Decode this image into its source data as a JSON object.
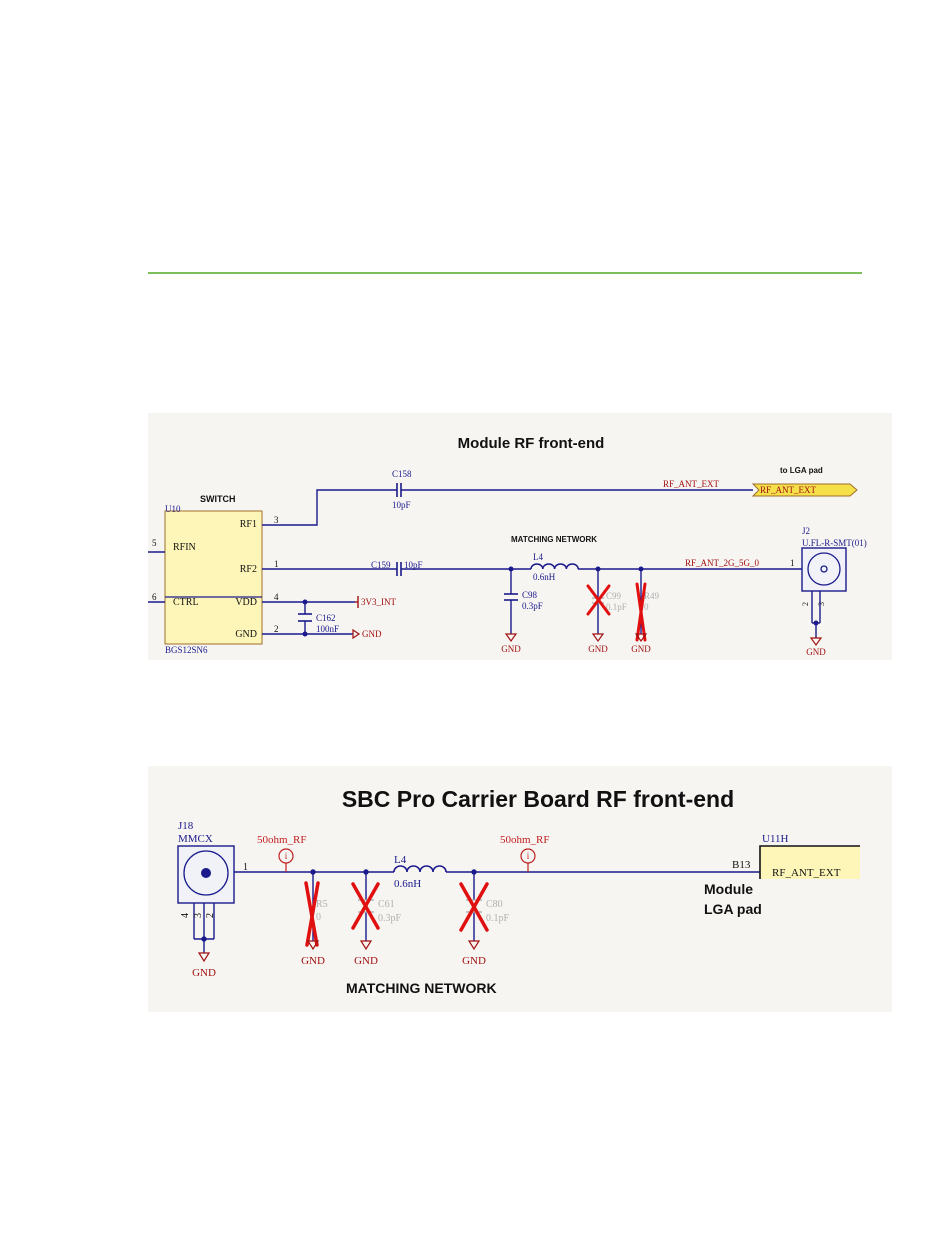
{
  "colors": {
    "rule": "#7dbf5a",
    "panel_bg": "#f7f5f2",
    "wire": "#1a1a8c",
    "power": "#a01010",
    "cross": "#e01010",
    "part_fill": "#fdf6b8",
    "dnp": "#b0b0b0"
  },
  "module": {
    "title": "Module RF front-end",
    "to_lga_pad": "to LGA pad",
    "switch_label": "SWITCH",
    "matching_label": "MATCHING NETWORK",
    "u10": {
      "ref": "U10",
      "part": "BGS12SN6",
      "pins": {
        "rf1": "RF1",
        "rf2": "RF2",
        "rfin": "RFIN",
        "ctrl": "CTRL",
        "vdd": "VDD",
        "gnd": "GND"
      },
      "pin_numbers": {
        "rf1": "3",
        "rf2": "1",
        "rfin": "5",
        "ctrl": "6",
        "vdd": "4",
        "gnd": "2"
      }
    },
    "c158": {
      "ref": "C158",
      "value": "10pF"
    },
    "c159": {
      "ref": "C159",
      "value": "10pF"
    },
    "c162": {
      "ref": "C162",
      "value": "100nF"
    },
    "l4": {
      "ref": "L4",
      "value": "0.6nH"
    },
    "c98": {
      "ref": "C98",
      "value": "0.3pF"
    },
    "c99": {
      "ref": "C99",
      "value": "0.1pF"
    },
    "r49": {
      "ref": "R49",
      "value": "0"
    },
    "net_rf_ant_ext": "RF_ANT_EXT",
    "port_rf_ant_ext": "RF_ANT_EXT",
    "net_rf_ant_2g_5g": "RF_ANT_2G_5G_0",
    "power_3v3": "3V3_INT",
    "gnd": "GND",
    "j2": {
      "ref": "J2",
      "part": "U.FL-R-SMT(01)",
      "pin1": "1",
      "pin2": "2",
      "pin3": "3"
    }
  },
  "carrier": {
    "title": "SBC Pro Carrier Board RF front-end",
    "matching_label": "MATCHING NETWORK",
    "j18": {
      "ref": "J18",
      "part": "MMCX",
      "pin1": "1",
      "pin4": "4",
      "pin3": "3",
      "pin2": "2"
    },
    "ohm_left": "50ohm_RF",
    "ohm_right": "50ohm_RF",
    "l4": {
      "ref": "L4",
      "value": "0.6nH"
    },
    "r5": {
      "ref": "R5",
      "value": "0"
    },
    "c61": {
      "ref": "C61",
      "value": "0.3pF"
    },
    "c80": {
      "ref": "C80",
      "value": "0.1pF"
    },
    "gnd": "GND",
    "u11h": {
      "ref": "U11H",
      "pin": "B13",
      "net": "RF_ANT_EXT"
    },
    "module_lga_line1": "Module",
    "module_lga_line2": "LGA pad"
  }
}
